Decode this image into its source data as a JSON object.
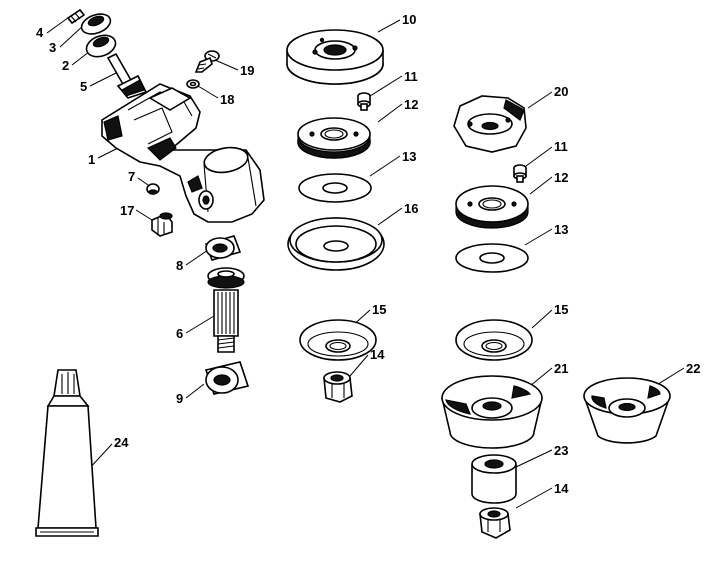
{
  "diagram": {
    "callouts": [
      {
        "id": "c4",
        "label": "4"
      },
      {
        "id": "c3",
        "label": "3"
      },
      {
        "id": "c2",
        "label": "2"
      },
      {
        "id": "c5",
        "label": "5"
      },
      {
        "id": "c1",
        "label": "1"
      },
      {
        "id": "c7",
        "label": "7"
      },
      {
        "id": "c17",
        "label": "17"
      },
      {
        "id": "c19",
        "label": "19"
      },
      {
        "id": "c18",
        "label": "18"
      },
      {
        "id": "c8",
        "label": "8"
      },
      {
        "id": "c6",
        "label": "6"
      },
      {
        "id": "c9",
        "label": "9"
      },
      {
        "id": "c24",
        "label": "24"
      },
      {
        "id": "c10",
        "label": "10"
      },
      {
        "id": "c11a",
        "label": "11"
      },
      {
        "id": "c12a",
        "label": "12"
      },
      {
        "id": "c13a",
        "label": "13"
      },
      {
        "id": "c16",
        "label": "16"
      },
      {
        "id": "c15a",
        "label": "15"
      },
      {
        "id": "c14a",
        "label": "14"
      },
      {
        "id": "c20",
        "label": "20"
      },
      {
        "id": "c11b",
        "label": "11"
      },
      {
        "id": "c12b",
        "label": "12"
      },
      {
        "id": "c13b",
        "label": "13"
      },
      {
        "id": "c15b",
        "label": "15"
      },
      {
        "id": "c21",
        "label": "21"
      },
      {
        "id": "c22",
        "label": "22"
      },
      {
        "id": "c23",
        "label": "23"
      },
      {
        "id": "c14b",
        "label": "14"
      }
    ]
  }
}
